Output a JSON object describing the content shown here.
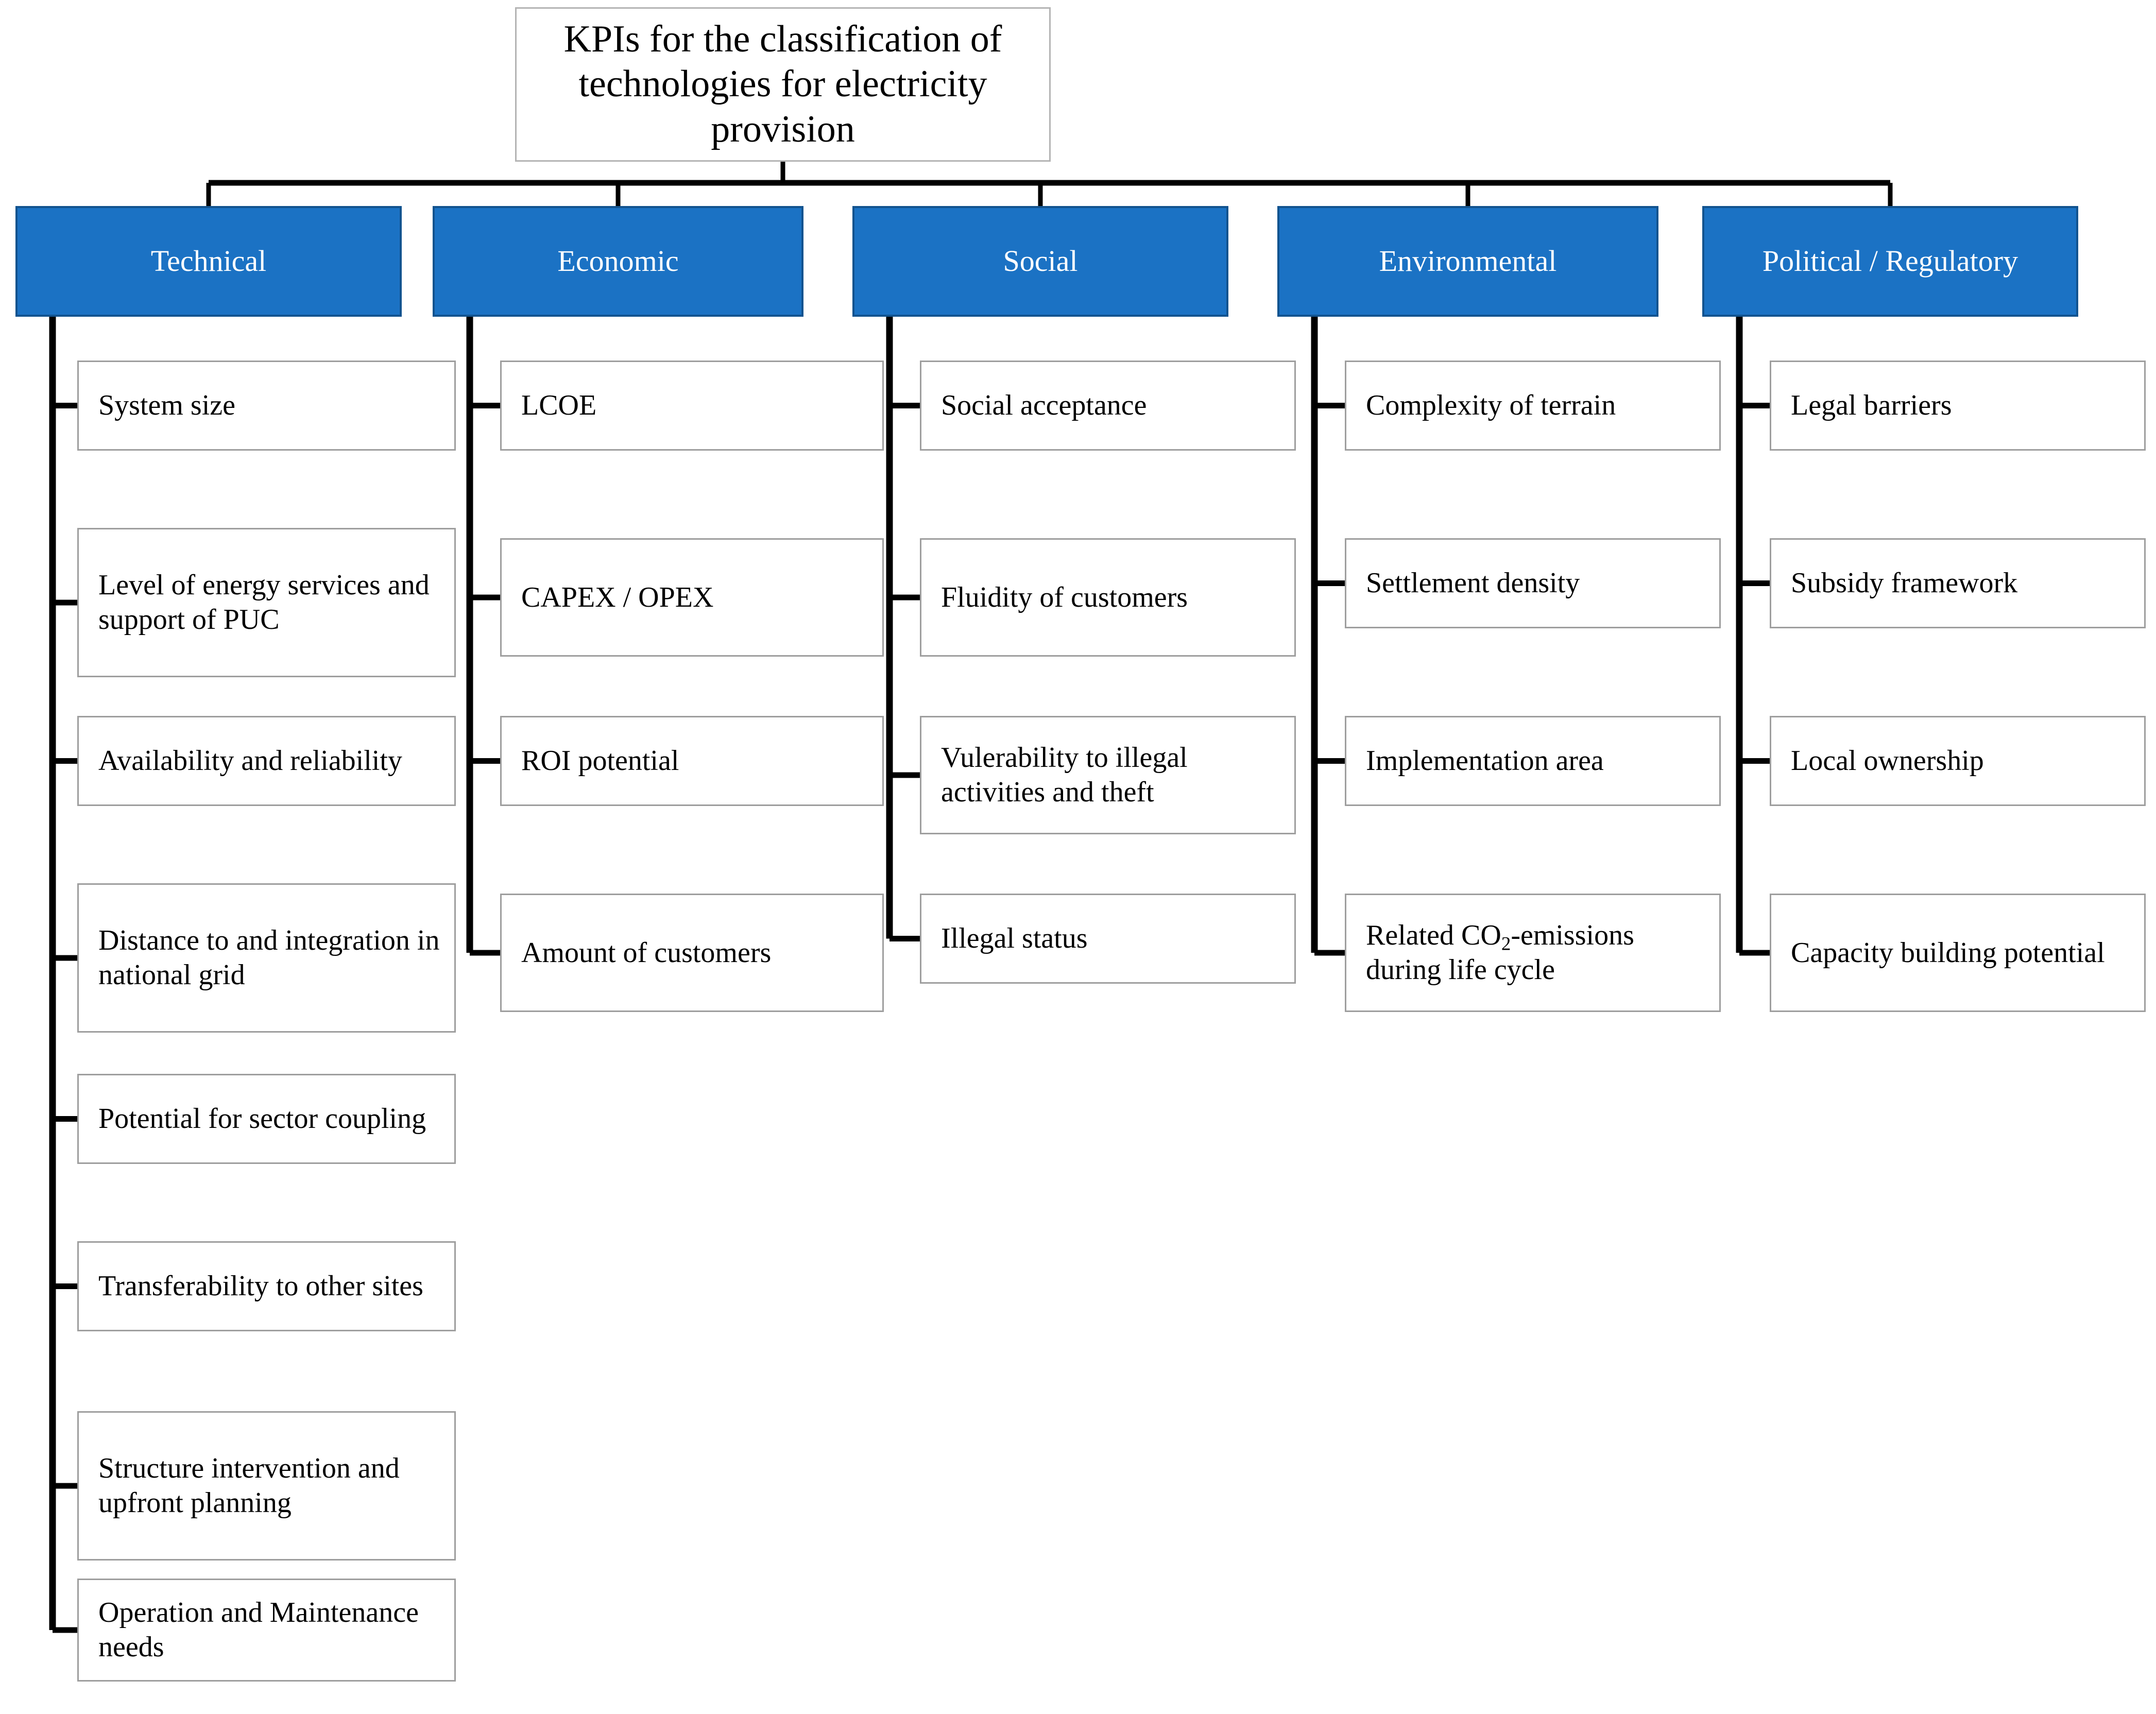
{
  "diagram": {
    "type": "hierarchy-tree",
    "root": {
      "label": "KPIs for the classification of technologies for electricity provision"
    },
    "accent_color": "#1b72c4",
    "header_text_color": "#ffffff",
    "leaf_border_color": "#9e9e9e",
    "connector_color": "#000000",
    "categories": [
      {
        "name": "Technical",
        "items": [
          "System size",
          "Level of energy services and support of PUC",
          "Availability and reliability",
          "Distance to and integration in national grid",
          "Potential for sector coupling",
          "Transferability to other sites",
          "Structure intervention and upfront planning",
          "Operation and Maintenance needs"
        ]
      },
      {
        "name": "Economic",
        "items": [
          "LCOE",
          "CAPEX / OPEX",
          "ROI potential",
          "Amount of customers"
        ]
      },
      {
        "name": "Social",
        "items": [
          "Social acceptance",
          "Fluidity of customers",
          "Vulerability to illegal activities and theft",
          "Illegal status"
        ]
      },
      {
        "name": "Environmental",
        "items": [
          "Complexity of terrain",
          "Settlement density",
          "Implementation area",
          "Related CO2-emissions during life cycle"
        ],
        "items_html": {
          "3": "Related CO<sub>2</sub>-emissions during life cycle"
        }
      },
      {
        "name": "Political / Regulatory",
        "items": [
          "Legal barriers",
          "Subsidy framework",
          "Local ownership",
          "Capacity building potential"
        ]
      }
    ]
  }
}
